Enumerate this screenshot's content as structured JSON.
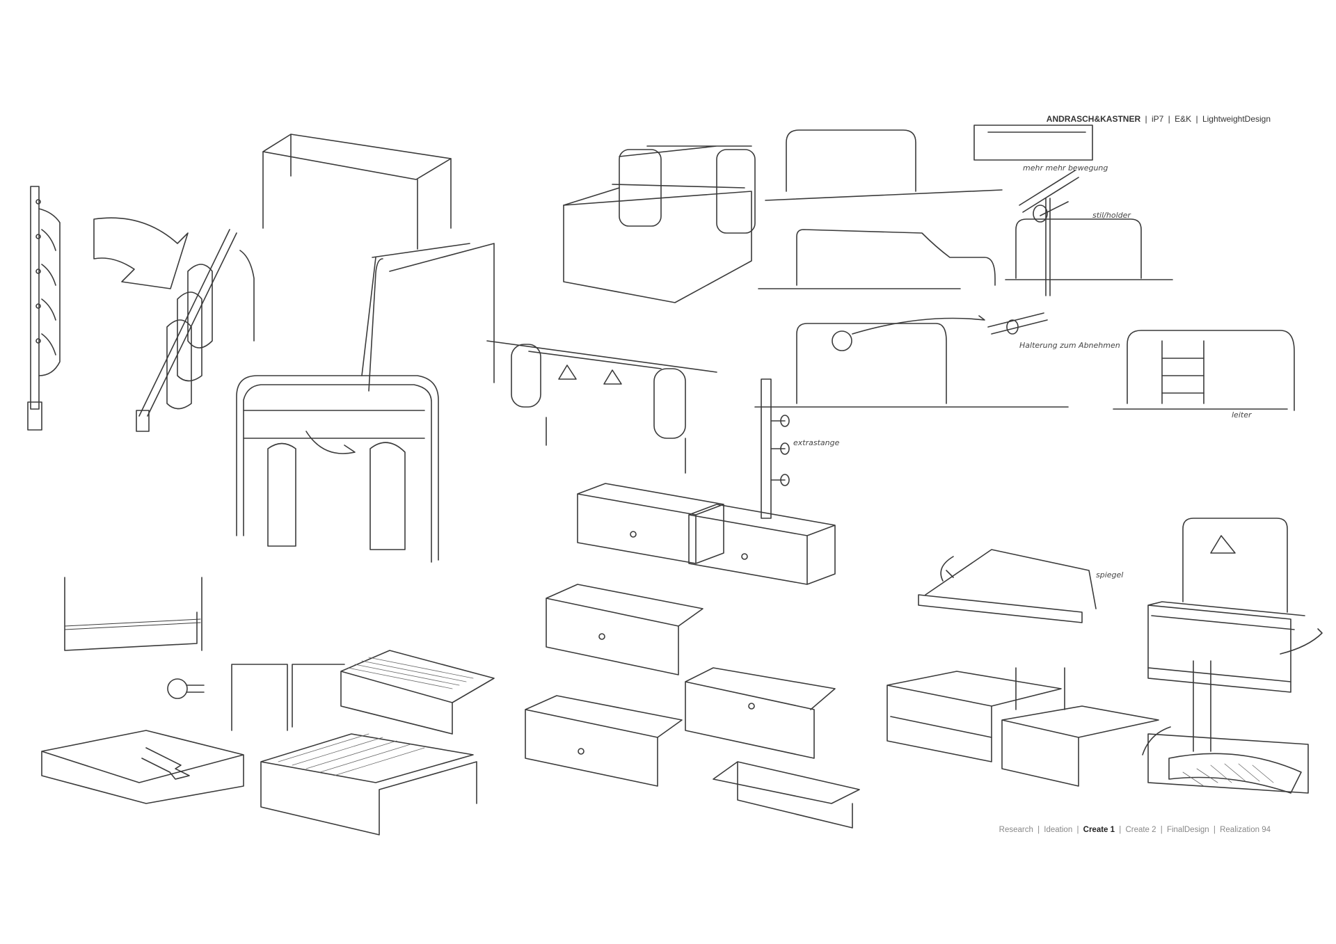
{
  "header": {
    "brand": "ANDRASCH&KASTNER",
    "items": [
      "iP7",
      "E&K",
      "LightweightDesign"
    ]
  },
  "footer": {
    "sections": [
      "Research",
      "Ideation"
    ],
    "current": "Create 1",
    "sections_after": [
      "Create 2",
      "FinalDesign",
      "Realization"
    ],
    "page_number": "94"
  },
  "annotations": {
    "mehr_bewegung": "mehr mehr bewegung",
    "stil_holder": "stil/holder",
    "halterung": "Halterung zum Abnehmen",
    "extrastange": "extrastange",
    "spiegel": "spiegel",
    "leiter": "leiter"
  }
}
